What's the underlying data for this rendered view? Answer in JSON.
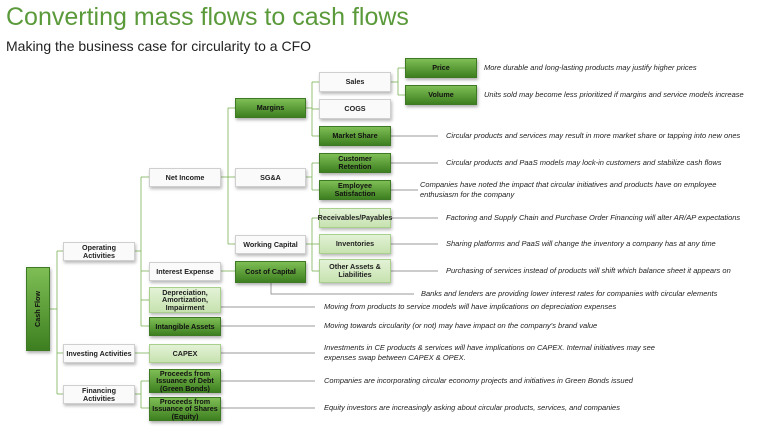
{
  "header": {
    "title": "Converting mass flows to cash flows",
    "subtitle": "Making the business case for circularity to a CFO"
  },
  "nodes": {
    "cash_flow": "Cash Flow",
    "operating": "Operating Activities",
    "investing": "Investing Activities",
    "financing": "Financing Activities",
    "net_income": "Net Income",
    "interest_expense": "Interest Expense",
    "depreciation": "Depreciation, Amortization, Impairment",
    "intangible": "Intangible Assets",
    "capex": "CAPEX",
    "debt": "Proceeds from Issuance of Debt (Green Bonds)",
    "shares": "Proceeds from Issuance of Shares (Equity)",
    "margins": "Margins",
    "sga": "SG&A",
    "working_capital": "Working Capital",
    "cost_of_capital": "Cost of Capital",
    "sales": "Sales",
    "cogs": "COGS",
    "market_share": "Market Share",
    "customer_retention": "Customer Retention",
    "employee_satisfaction": "Employee Satisfaction",
    "receivables": "Receivables/Payables",
    "inventories": "Inventories",
    "other_assets": "Other Assets & Liabilities",
    "price": "Price",
    "volume": "Volume"
  },
  "notes": {
    "price": "More durable and long-lasting products may justify higher prices",
    "volume": "Units sold may become less prioritized if margins and service models increase",
    "market_share": "Circular products and services may result in more market share or tapping into new ones",
    "customer_retention": "Circular products and PaaS models may lock-in customers and stabilize cash flows",
    "employee_satisfaction": "Companies have noted the impact that circular initiatives and products have on employee enthusiasm for the company",
    "receivables": "Factoring and Supply Chain and Purchase Order Financing will alter AR/AP expectations",
    "inventories": "Sharing platforms and PaaS will change the inventory a company has at any time",
    "other_assets": "Purchasing of services instead of products will shift which balance sheet it appears on",
    "cost_of_capital": "Banks and lenders are providing lower interest rates for companies with circular elements",
    "depreciation": "Moving from products to service models will have implications on depreciation expenses",
    "intangible": "Moving towards circularity (or not) may have impact on the company's brand value",
    "capex": "Investments in CE products & services will have implications on CAPEX. Internal initiatives may see expenses swap between CAPEX & OPEX.",
    "debt": "Companies are incorporating circular economy projects and initiatives in Green Bonds issued",
    "shares": "Equity investors are increasingly asking about circular products, services, and companies"
  }
}
